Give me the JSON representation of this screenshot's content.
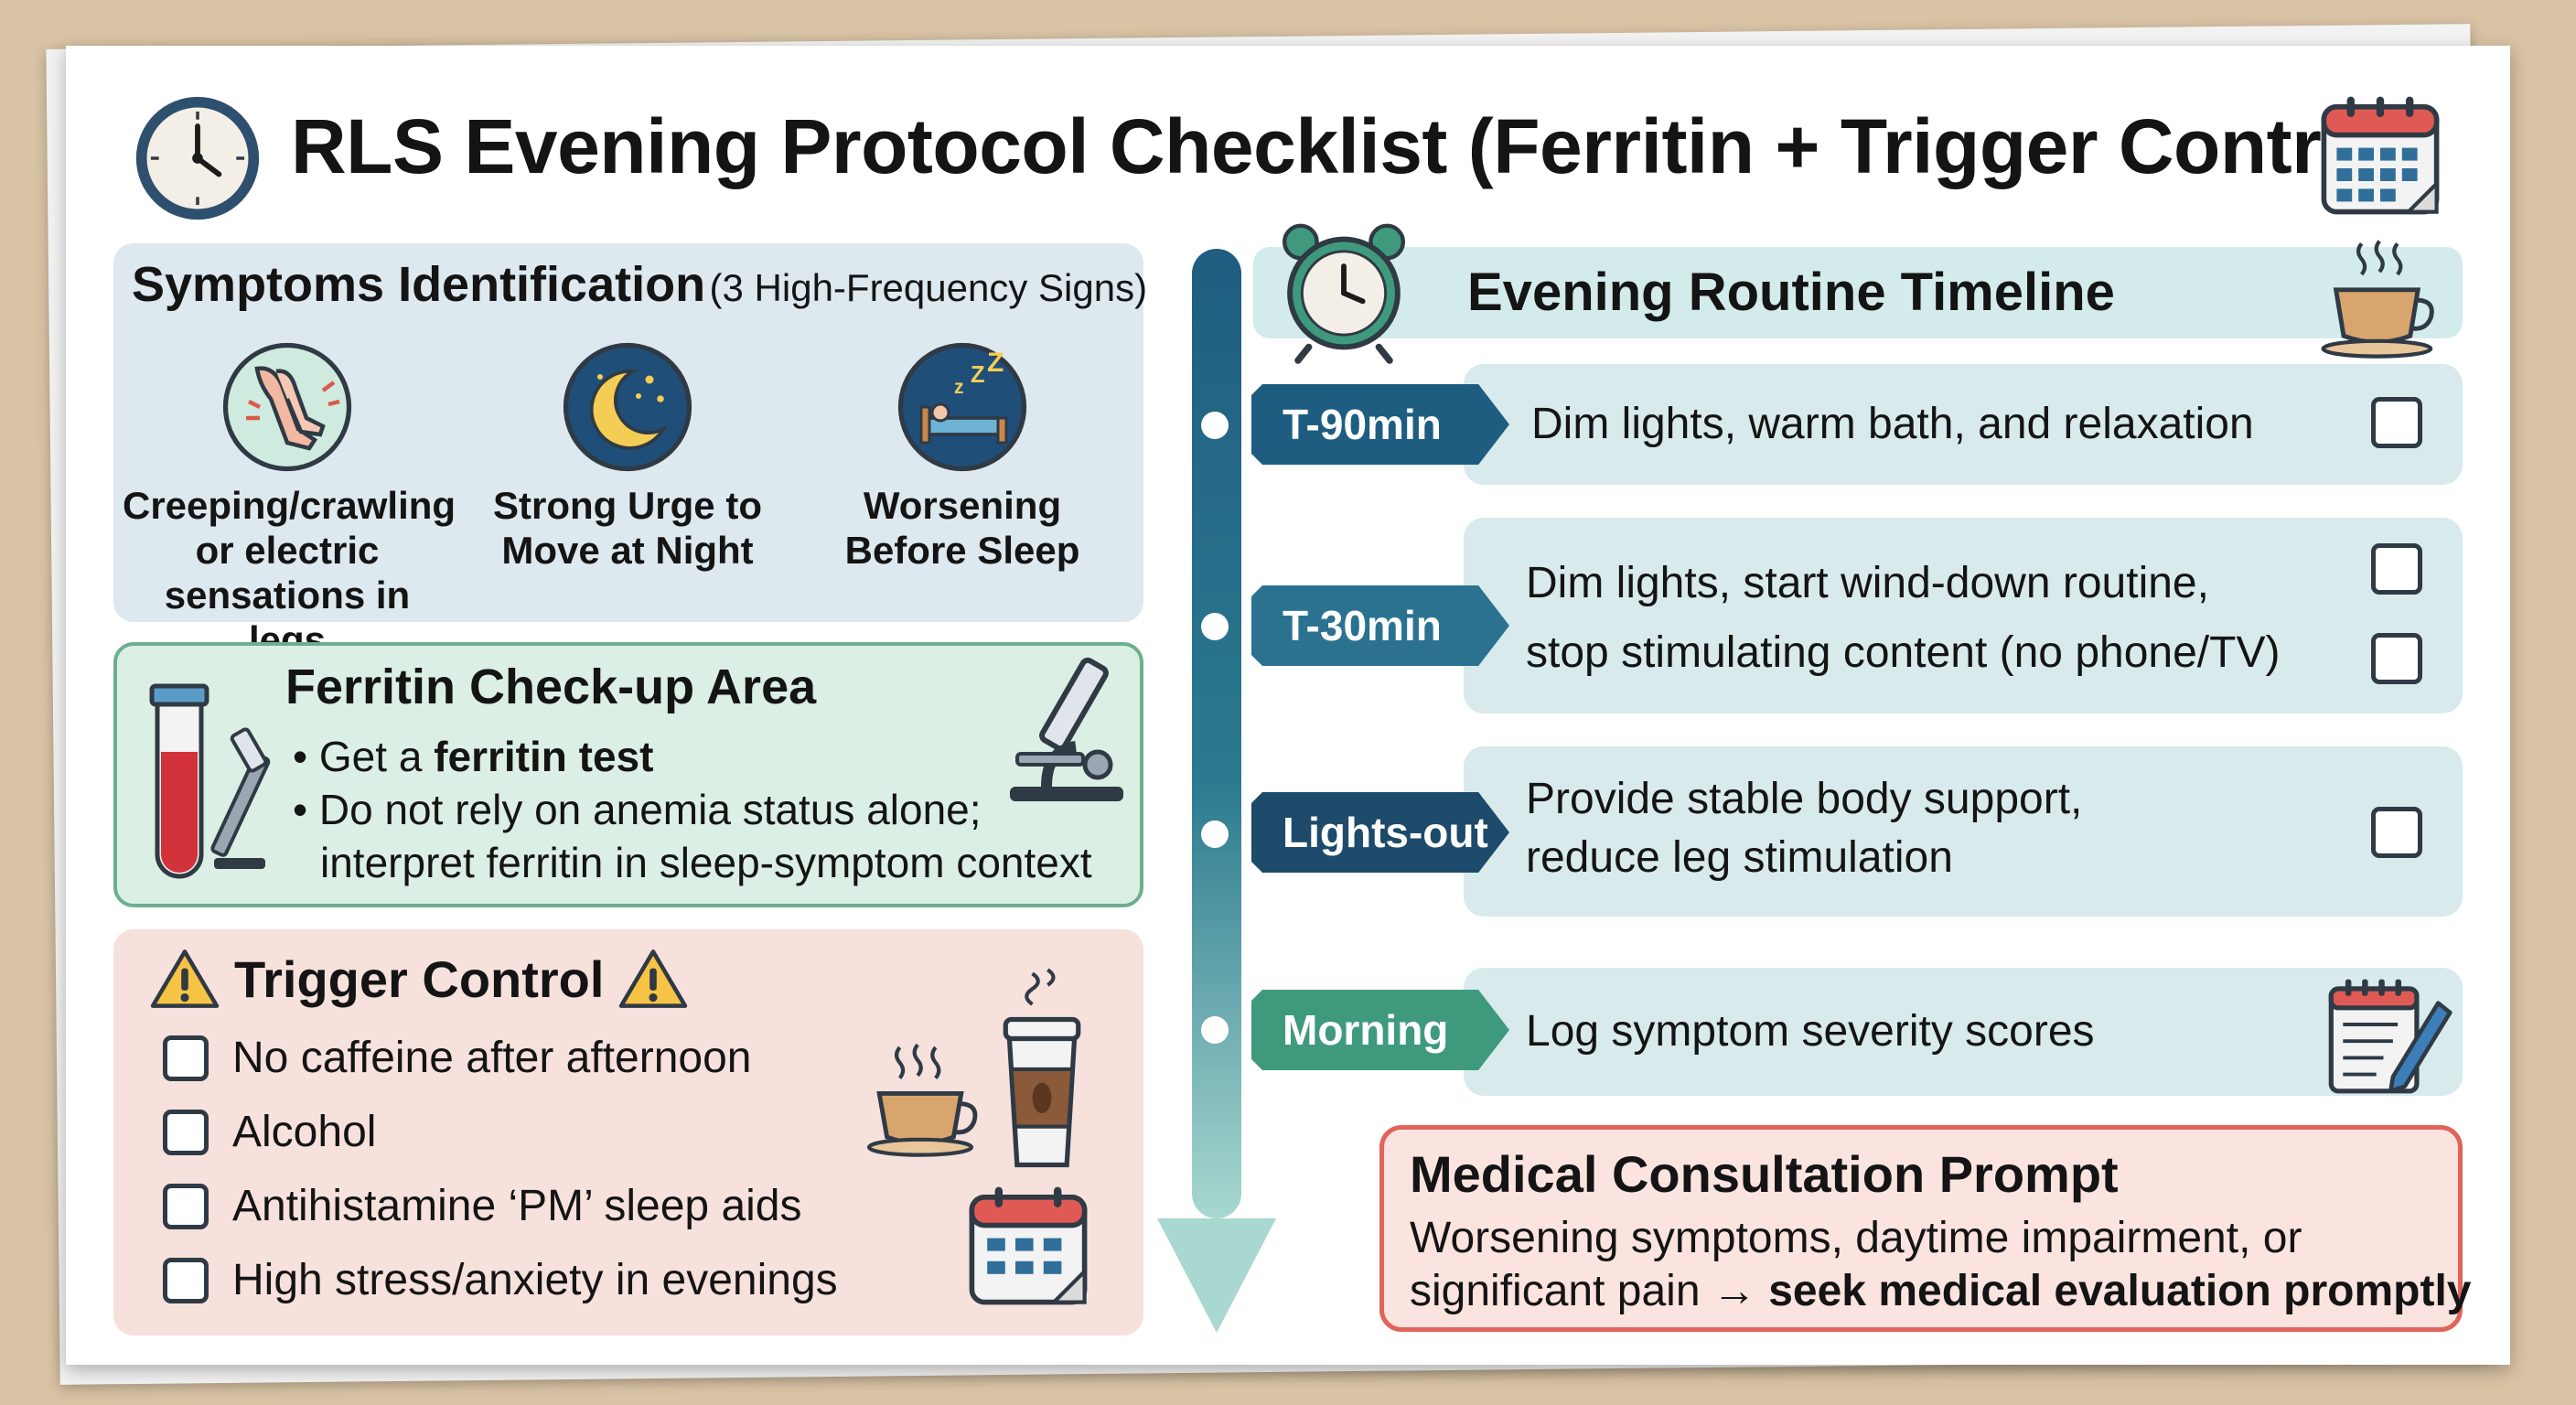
{
  "header": {
    "title": "RLS Evening Protocol Checklist (Ferritin + Trigger Control)"
  },
  "symptoms": {
    "title": "Symptoms Identification",
    "subtitle": "(3 High-Frequency Signs)",
    "items": [
      {
        "label": "Creeping/crawling\nor electric\nsensations in legs",
        "icon": "legs-icon"
      },
      {
        "label": "Strong Urge to\nMove at Night",
        "icon": "moon-icon"
      },
      {
        "label": "Worsening\nBefore Sleep",
        "icon": "sleeping-bed-icon"
      }
    ]
  },
  "ferritin": {
    "title": "Ferritin Check-up Area",
    "bullet1_prefix": "Get a ",
    "bullet1_bold": "ferritin test",
    "bullet2_line1": "Do not rely on anemia status alone;",
    "bullet2_line2": "interpret ferritin in sleep-symptom context"
  },
  "trigger": {
    "title": "Trigger Control",
    "items": [
      {
        "label": "No caffeine after afternoon",
        "checked": false
      },
      {
        "label": "Alcohol",
        "checked": false
      },
      {
        "label": "Antihistamine ‘PM’ sleep aids",
        "checked": false
      },
      {
        "label": "High stress/anxiety in evenings",
        "checked": false
      }
    ]
  },
  "timeline": {
    "title": "Evening Routine Timeline",
    "stages": [
      {
        "label": "T-90min",
        "text": "Dim lights, warm bath, and relaxation",
        "color": "#1f5d80"
      },
      {
        "label": "T-30min",
        "text": "Dim lights, start wind-down routine,\nstop stimulating content (no phone/TV)",
        "color": "#2b7291"
      },
      {
        "label": "Lights-out",
        "text": "Provide stable body support,\nreduce leg stimulation",
        "color": "#1e4a6b"
      },
      {
        "label": "Morning",
        "text": "Log symptom severity scores",
        "color": "#3f9a7d"
      }
    ]
  },
  "medical": {
    "title": "Medical Consultation Prompt",
    "line1": "Worsening symptoms, daytime impairment, or",
    "line2_prefix": "significant pain → ",
    "line2_bold": "seek medical evaluation promptly"
  },
  "colors": {
    "symptoms_bg": "#dde8ef",
    "ferritin_bg": "#dcefe4",
    "trigger_bg": "#f7e1dd",
    "timeline_bg": "#d8eaeb",
    "medical_border": "#e0645a"
  }
}
